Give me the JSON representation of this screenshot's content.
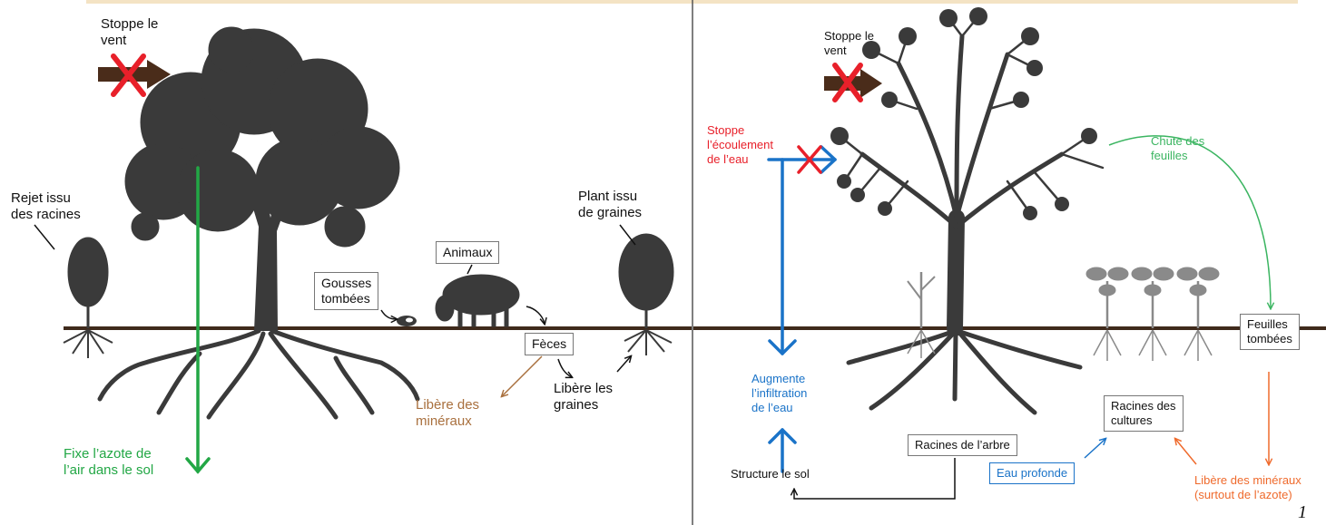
{
  "colors": {
    "ground": "#3f2a1c",
    "tree": "#3a3a3a",
    "arrow_green": "#22a745",
    "arrow_blue": "#1a73c8",
    "cross_red": "#e8202a",
    "wind_arrow": "#4a2c1a",
    "orange": "#ef6a2c",
    "brown_text": "#a9703e",
    "top_band": "#f4e3c4"
  },
  "left_panel": {
    "wind_label": "Stoppe le\nvent",
    "sucker_label": "Rejet issu\ndes racines",
    "seedling_label": "Plant issu\nde graines",
    "animals_box": "Animaux",
    "pods_box": "Gousses\ntombées",
    "feces_box": "Fèces",
    "minerals_label": "Libère des\nminéraux",
    "seeds_label": "Libère les\ngraines",
    "nitrogen_label": "Fixe l’azote de\nl’air dans le sol"
  },
  "right_panel": {
    "wind_label": "Stoppe le\nvent",
    "runoff_label": "Stoppe\nl’écoulement\nde l’eau",
    "leaf_fall_label": "Chute des\nfeuilles",
    "fallen_leaves_box": "Feuilles\ntombées",
    "infiltration_label": "Augmente\nl’infiltration\nde l’eau",
    "crop_roots_box": "Racines des\ncultures",
    "tree_roots_box": "Racines de l’arbre",
    "deep_water_box": "Eau profonde",
    "soil_structure_label": "Structure le sol",
    "minerals_nitrogen_label": "Libère des minéraux\n(surtout de l’azote)"
  },
  "page_number": "1"
}
